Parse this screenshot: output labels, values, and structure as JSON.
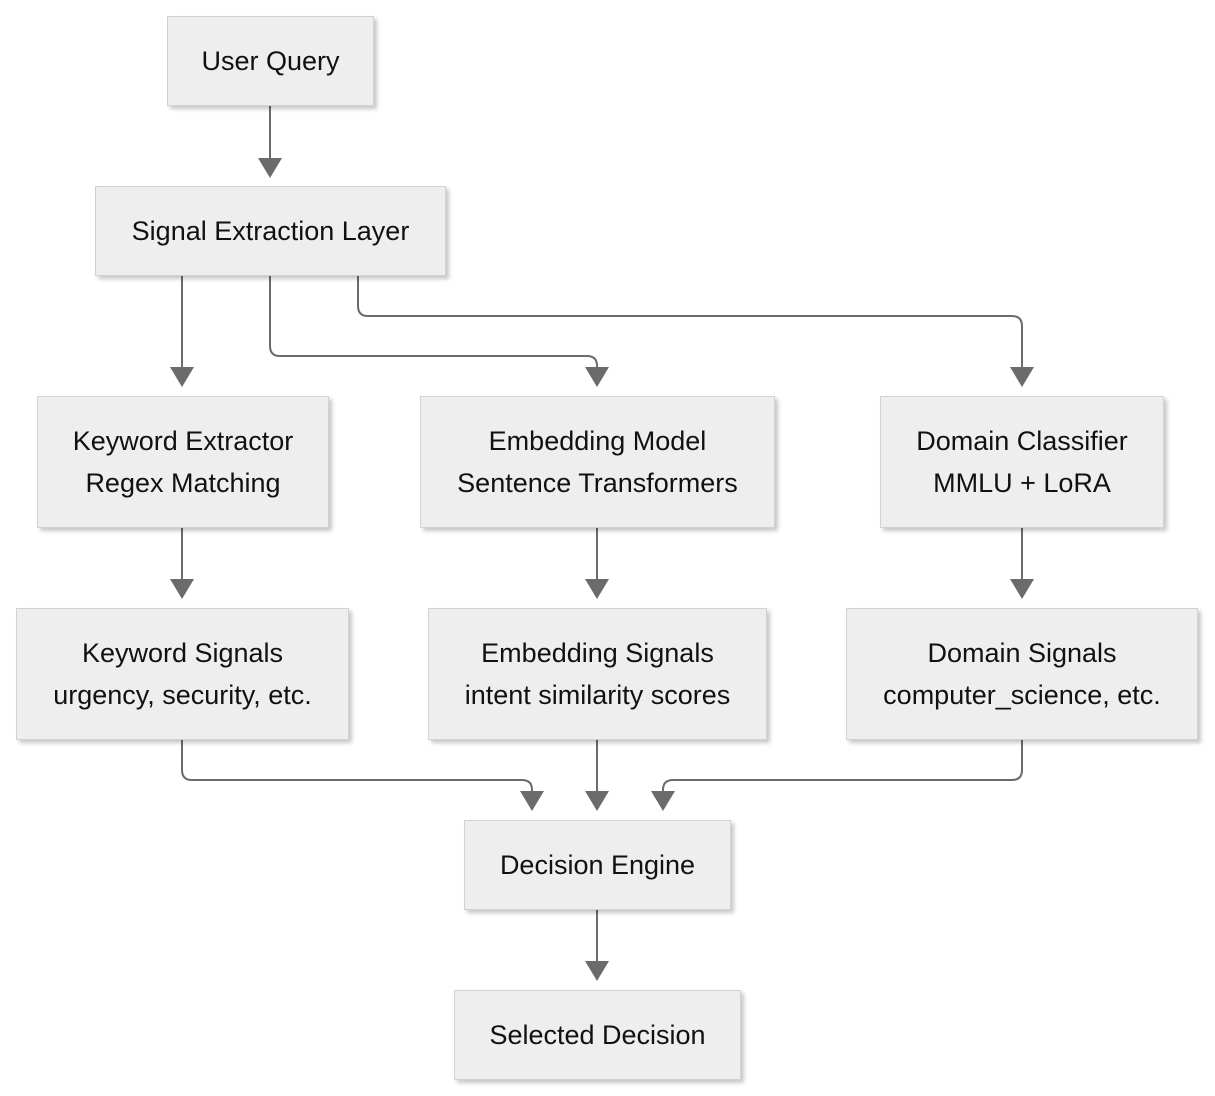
{
  "colors": {
    "node_fill": "#eeeeee",
    "node_border": "#d2d2d2",
    "edge": "#6b6b6b",
    "text": "#111111"
  },
  "nodes": {
    "user_query": {
      "line1": "User Query"
    },
    "signal_extraction": {
      "line1": "Signal Extraction Layer"
    },
    "keyword_extractor": {
      "line1": "Keyword Extractor",
      "line2": "Regex Matching"
    },
    "embedding_model": {
      "line1": "Embedding Model",
      "line2": "Sentence Transformers"
    },
    "domain_classifier": {
      "line1": "Domain Classifier",
      "line2": "MMLU + LoRA"
    },
    "keyword_signals": {
      "line1": "Keyword Signals",
      "line2": "urgency, security, etc."
    },
    "embedding_signals": {
      "line1": "Embedding Signals",
      "line2": "intent similarity scores"
    },
    "domain_signals": {
      "line1": "Domain Signals",
      "line2": "computer_science, etc."
    },
    "decision_engine": {
      "line1": "Decision Engine"
    },
    "selected_decision": {
      "line1": "Selected Decision"
    }
  },
  "edges": [
    {
      "from": "user_query",
      "to": "signal_extraction"
    },
    {
      "from": "signal_extraction",
      "to": "keyword_extractor"
    },
    {
      "from": "signal_extraction",
      "to": "embedding_model"
    },
    {
      "from": "signal_extraction",
      "to": "domain_classifier"
    },
    {
      "from": "keyword_extractor",
      "to": "keyword_signals"
    },
    {
      "from": "embedding_model",
      "to": "embedding_signals"
    },
    {
      "from": "domain_classifier",
      "to": "domain_signals"
    },
    {
      "from": "keyword_signals",
      "to": "decision_engine"
    },
    {
      "from": "embedding_signals",
      "to": "decision_engine"
    },
    {
      "from": "domain_signals",
      "to": "decision_engine"
    },
    {
      "from": "decision_engine",
      "to": "selected_decision"
    }
  ]
}
